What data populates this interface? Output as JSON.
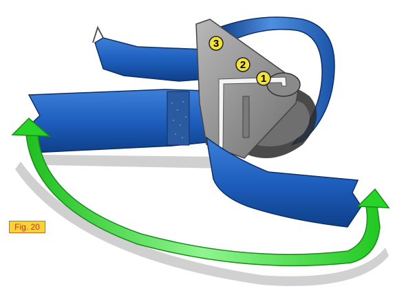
{
  "figure": {
    "label": "Fig. 20"
  },
  "callouts": [
    {
      "number": "1"
    },
    {
      "number": "2"
    },
    {
      "number": "3"
    }
  ],
  "colors": {
    "strap": "#1d5fbe",
    "strap_dark": "#0d3f86",
    "strap_light": "#4f8fe0",
    "buckle": "#9a9a9a",
    "arrow": "#2ee02e",
    "callout_fill": "#f2e23a",
    "label_bg": "#f7d33a",
    "label_text": "#c8361d"
  },
  "icons": [
    "curved-arrow-icon"
  ]
}
